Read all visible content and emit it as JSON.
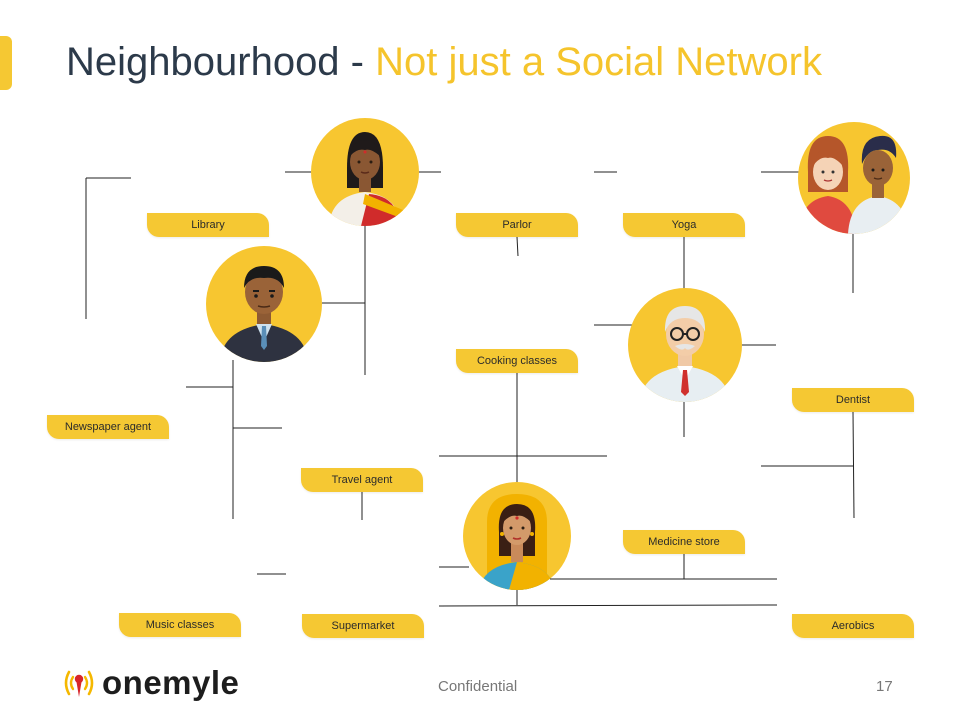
{
  "slide": {
    "title_main": "Neighbourhood - ",
    "title_highlight": "Not just a Social Network",
    "accent_color": "#f5c833",
    "title_color": "#2c3a4a"
  },
  "services": {
    "library": "Library",
    "parlor": "Parlor",
    "yoga": "Yoga",
    "cooking": "Cooking classes",
    "dentist": "Dentist",
    "newspaper": "Newspaper agent",
    "travel": "Travel agent",
    "medicine": "Medicine store",
    "music": "Music classes",
    "supermarket": "Supermarket",
    "aerobics": "Aerobics"
  },
  "people": [
    {
      "icon": "woman-in-saree-avatar-icon"
    },
    {
      "icon": "businessman-avatar-icon"
    },
    {
      "icon": "couple-avatar-icon"
    },
    {
      "icon": "elderly-doctor-avatar-icon"
    },
    {
      "icon": "woman-in-yellow-saree-avatar-icon"
    }
  ],
  "footer": {
    "brand": "onemyle",
    "confidential": "Confidential",
    "page_number": "17"
  }
}
